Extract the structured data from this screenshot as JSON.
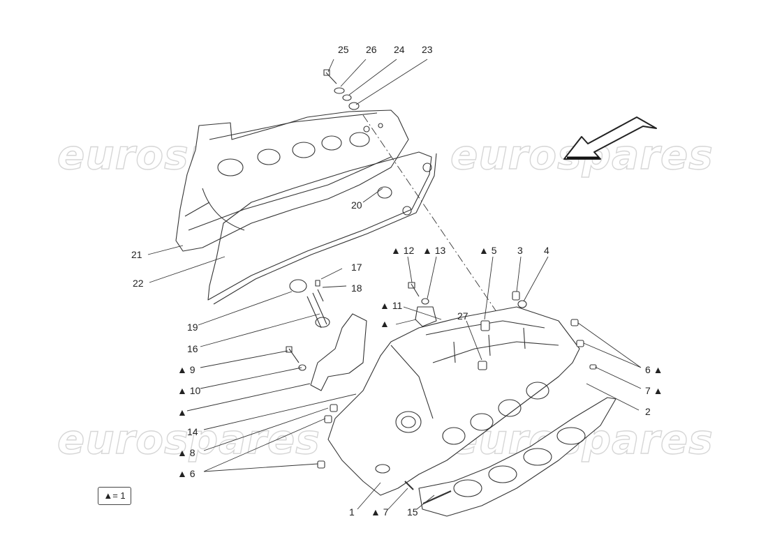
{
  "watermark": "eurospares",
  "legend": {
    "text": "▲= 1"
  },
  "callouts": {
    "c25": "25",
    "c26": "26",
    "c24": "24",
    "c23": "23",
    "c20": "20",
    "c21": "21",
    "c22": "22",
    "c17": "17",
    "c18": "18",
    "c19": "19",
    "c16": "16",
    "c9": "▲  9",
    "c10": "▲ 10",
    "c_tri": "▲",
    "c14": "14",
    "c8": "▲  8",
    "c6a": "▲  6",
    "c1": "1",
    "c7a": "▲  7",
    "c15": "15",
    "c12": "▲ 12",
    "c13": "▲ 13",
    "c11": "▲ 11",
    "c_tri2": "▲",
    "c5": "▲  5",
    "c3": "3",
    "c4": "4",
    "c27": "27",
    "c6b": "6 ▲",
    "c7b": "7 ▲",
    "c2": "2"
  }
}
